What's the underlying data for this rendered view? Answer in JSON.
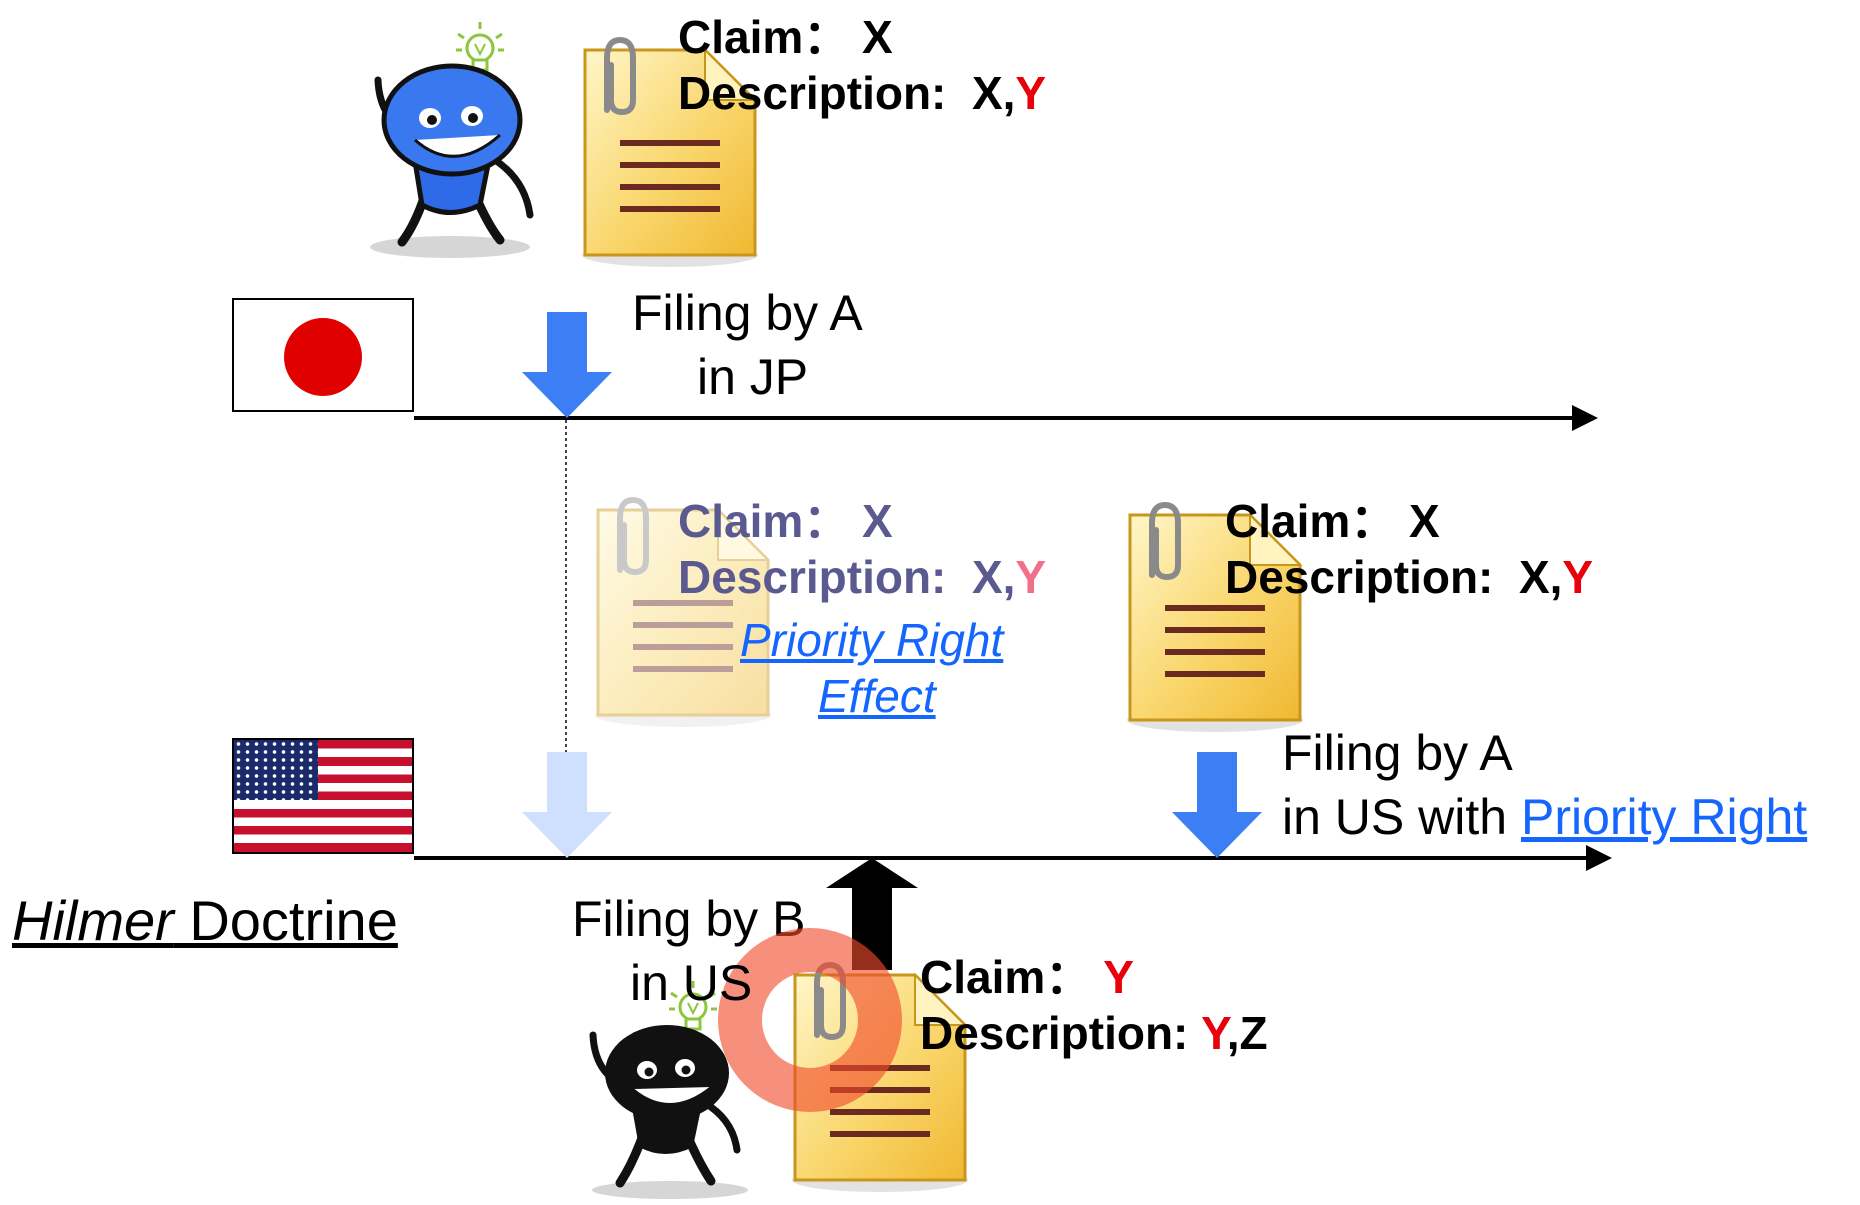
{
  "inventor_a": {
    "claim_label": "Claim",
    "claim_value": "X",
    "description_label": "Description:",
    "description_value_1": "X,",
    "description_value_2": "Y"
  },
  "jp_timeline": {
    "flag": "japan-flag",
    "filing_line1": "Filing by A",
    "filing_line2": "in JP"
  },
  "priority_doc": {
    "claim_label": "Claim",
    "claim_value": "X",
    "description_label": "Description:",
    "description_value_1": "X,",
    "description_value_2": "Y",
    "effect_line1": "Priority Right",
    "effect_line2": "Effect"
  },
  "us_doc_a": {
    "claim_label": "Claim",
    "claim_value": "X",
    "description_label": "Description:",
    "description_value_1": "X,",
    "description_value_2": "Y"
  },
  "us_timeline": {
    "flag": "us-flag",
    "filing_a_line1": "Filing by A",
    "filing_a_line2_prefix": "in US with ",
    "filing_a_line2_link": "Priority Right",
    "filing_b_line1": "Filing by B",
    "filing_b_line2": "in US"
  },
  "doctrine": {
    "italic_word": "Hilmer",
    "rest": " Doctrine"
  },
  "inventor_b": {
    "claim_label": "Claim",
    "claim_value": "Y",
    "description_label": "Description:",
    "description_value_1": "Y",
    "description_value_2": ",Z"
  },
  "colors": {
    "arrow_blue": "#3c7ff4",
    "arrow_blue_faded": "#cfe0ff",
    "doc_yellow": "#f6c646",
    "red_text": "#e8000b",
    "link_blue": "#1565ff",
    "marker_ring": "#f04a2a",
    "inventor_a_body": "#3a78f0",
    "inventor_b_body": "#111111"
  }
}
